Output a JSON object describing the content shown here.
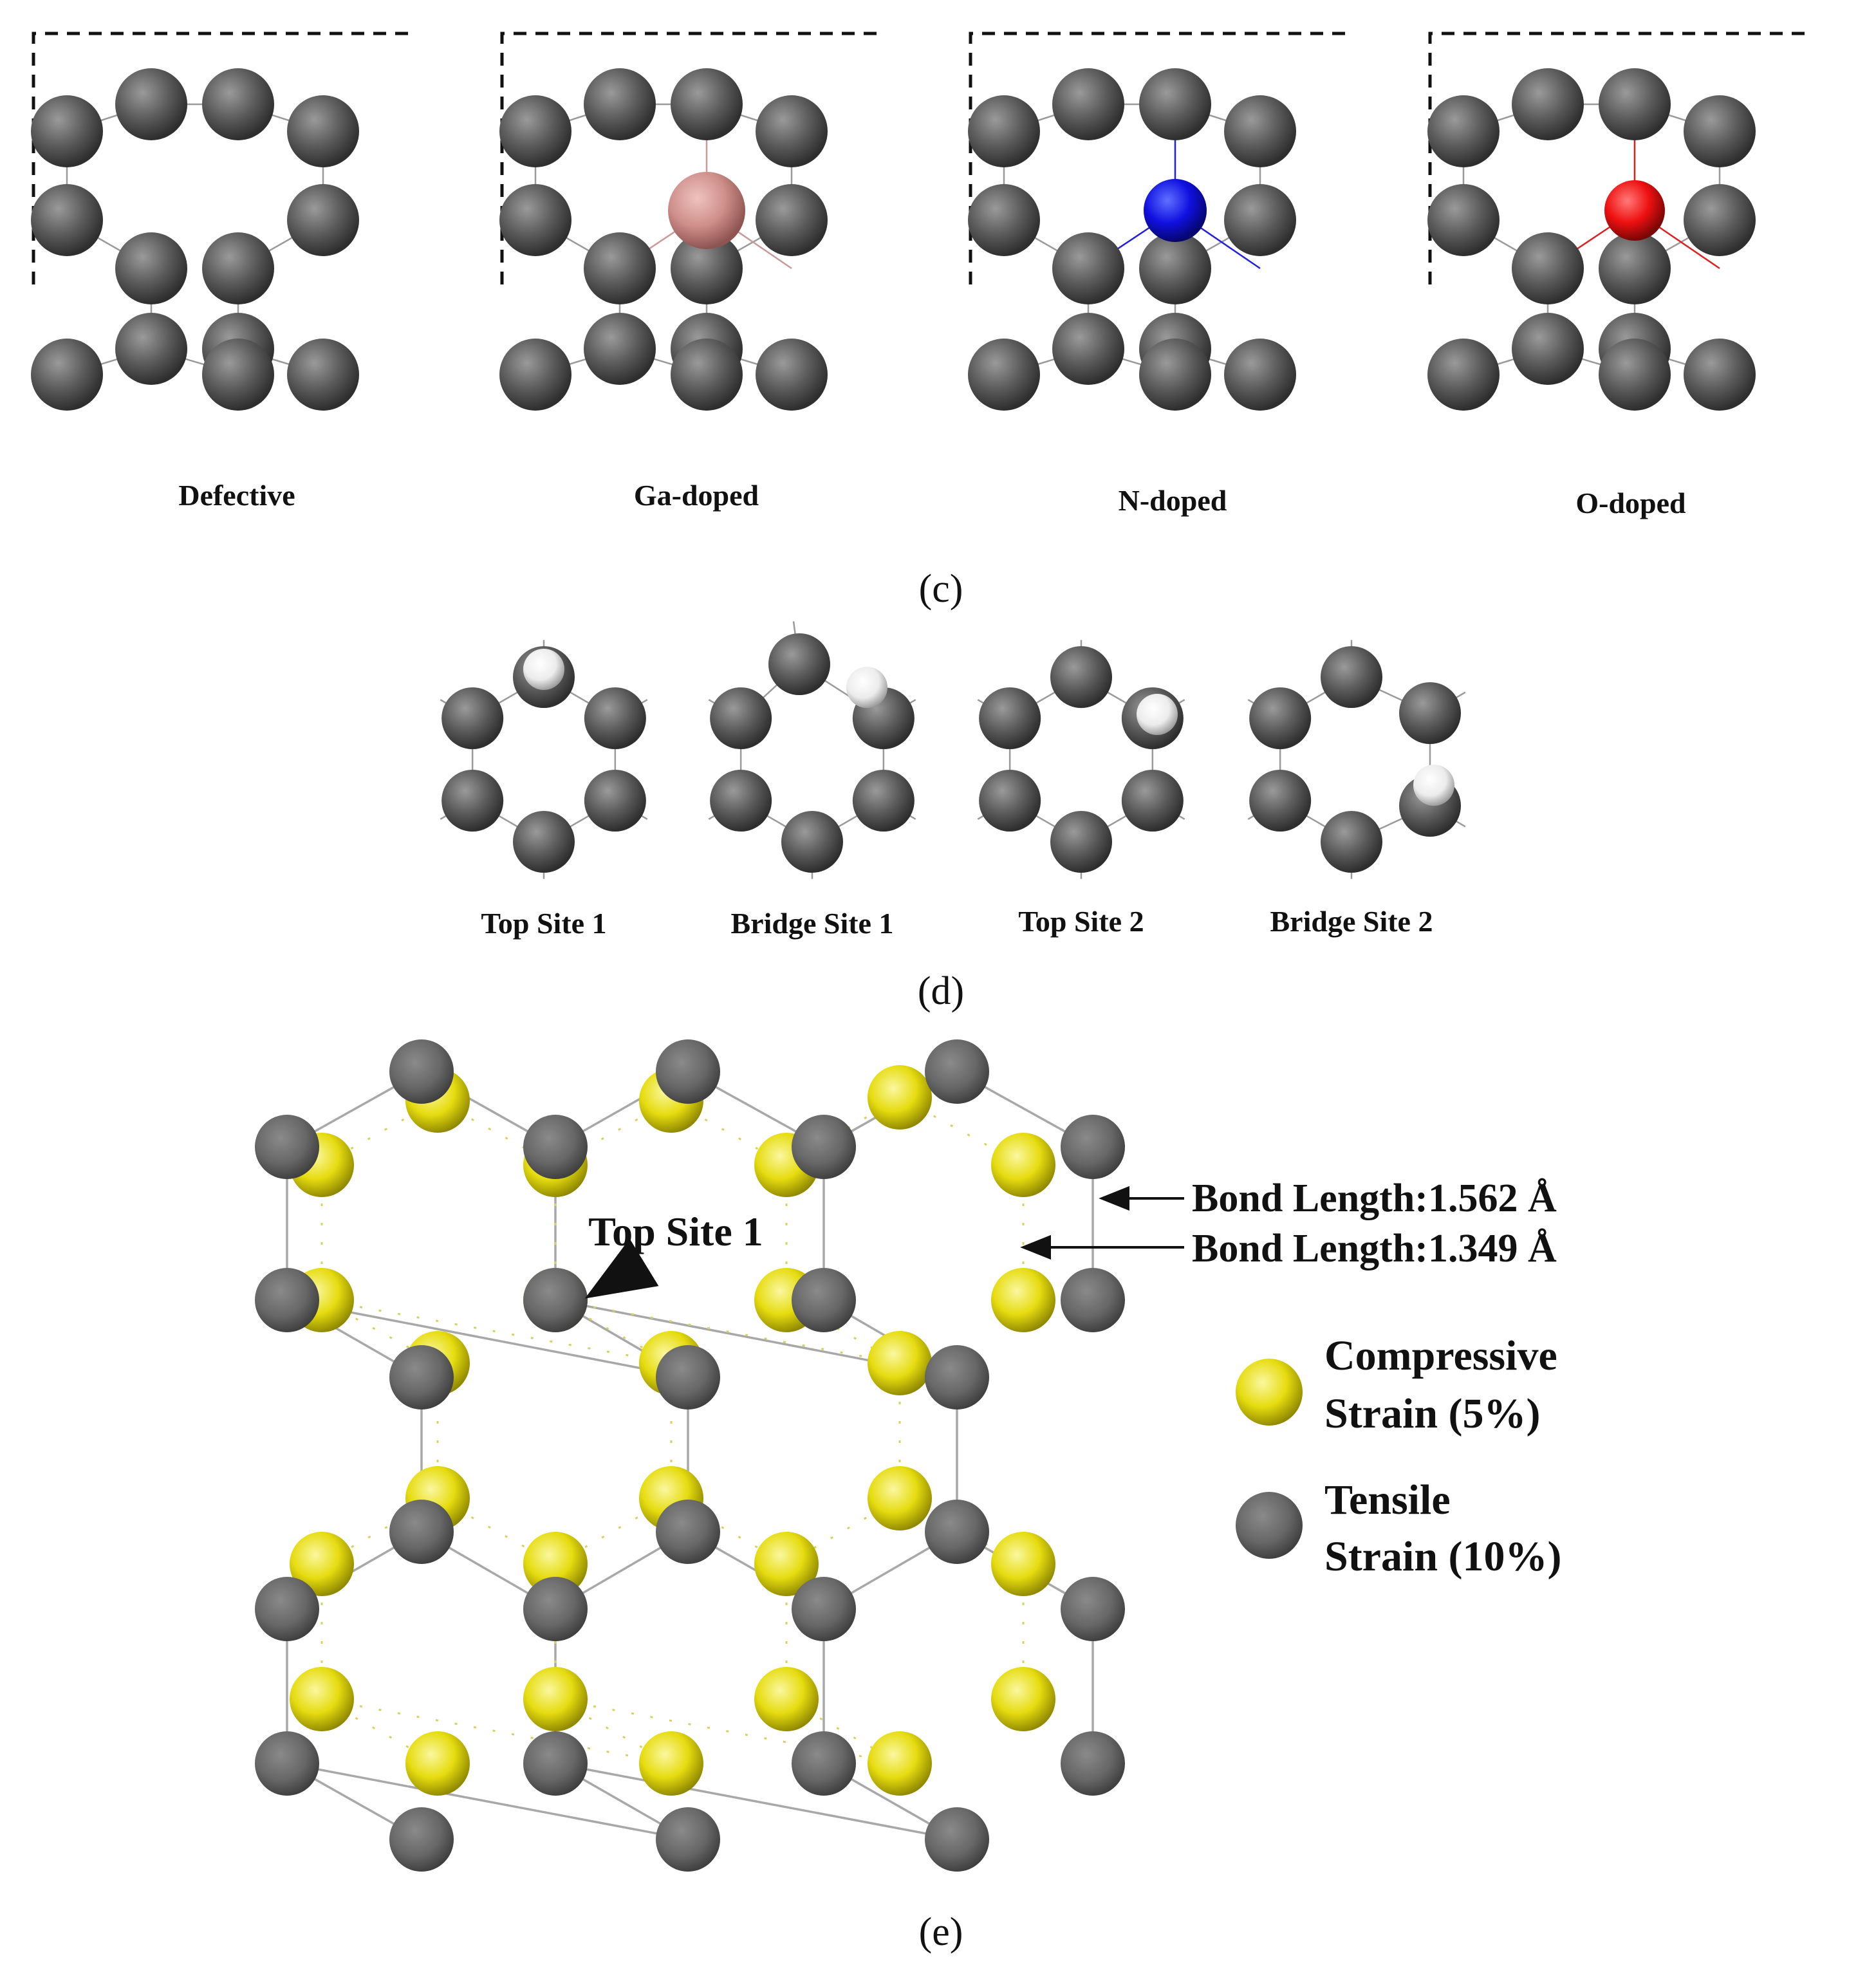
{
  "panel_c": {
    "label": "(c)",
    "structures": [
      {
        "name": "Defective",
        "dopant": null
      },
      {
        "name": "Ga-doped",
        "dopant": "Ga"
      },
      {
        "name": "N-doped",
        "dopant": "N"
      },
      {
        "name": "O-doped",
        "dopant": "O"
      }
    ]
  },
  "panel_d": {
    "label": "(d)",
    "sites": [
      "Top Site 1",
      "Bridge Site 1",
      "Top Site 2",
      "Bridge Site 2"
    ]
  },
  "panel_e": {
    "label": "(e)",
    "top_site_label": "Top Site 1",
    "bond_length_1": "Bond Length:1.562 Å",
    "bond_length_2": "Bond Length:1.349 Å",
    "legend": {
      "compressive_line1": "Compressive",
      "compressive_line2": "Strain (5%)",
      "tensile_line1": "Tensile",
      "tensile_line2": "Strain (10%)"
    }
  },
  "colors": {
    "carbon": "#5a5a5a",
    "gallium": "#d4908c",
    "nitrogen": "#1010e0",
    "oxygen": "#ee1010",
    "hydrogen": "#f2f2f2",
    "compressive": "#e6dc10",
    "tensile": "#6b6b6b"
  }
}
